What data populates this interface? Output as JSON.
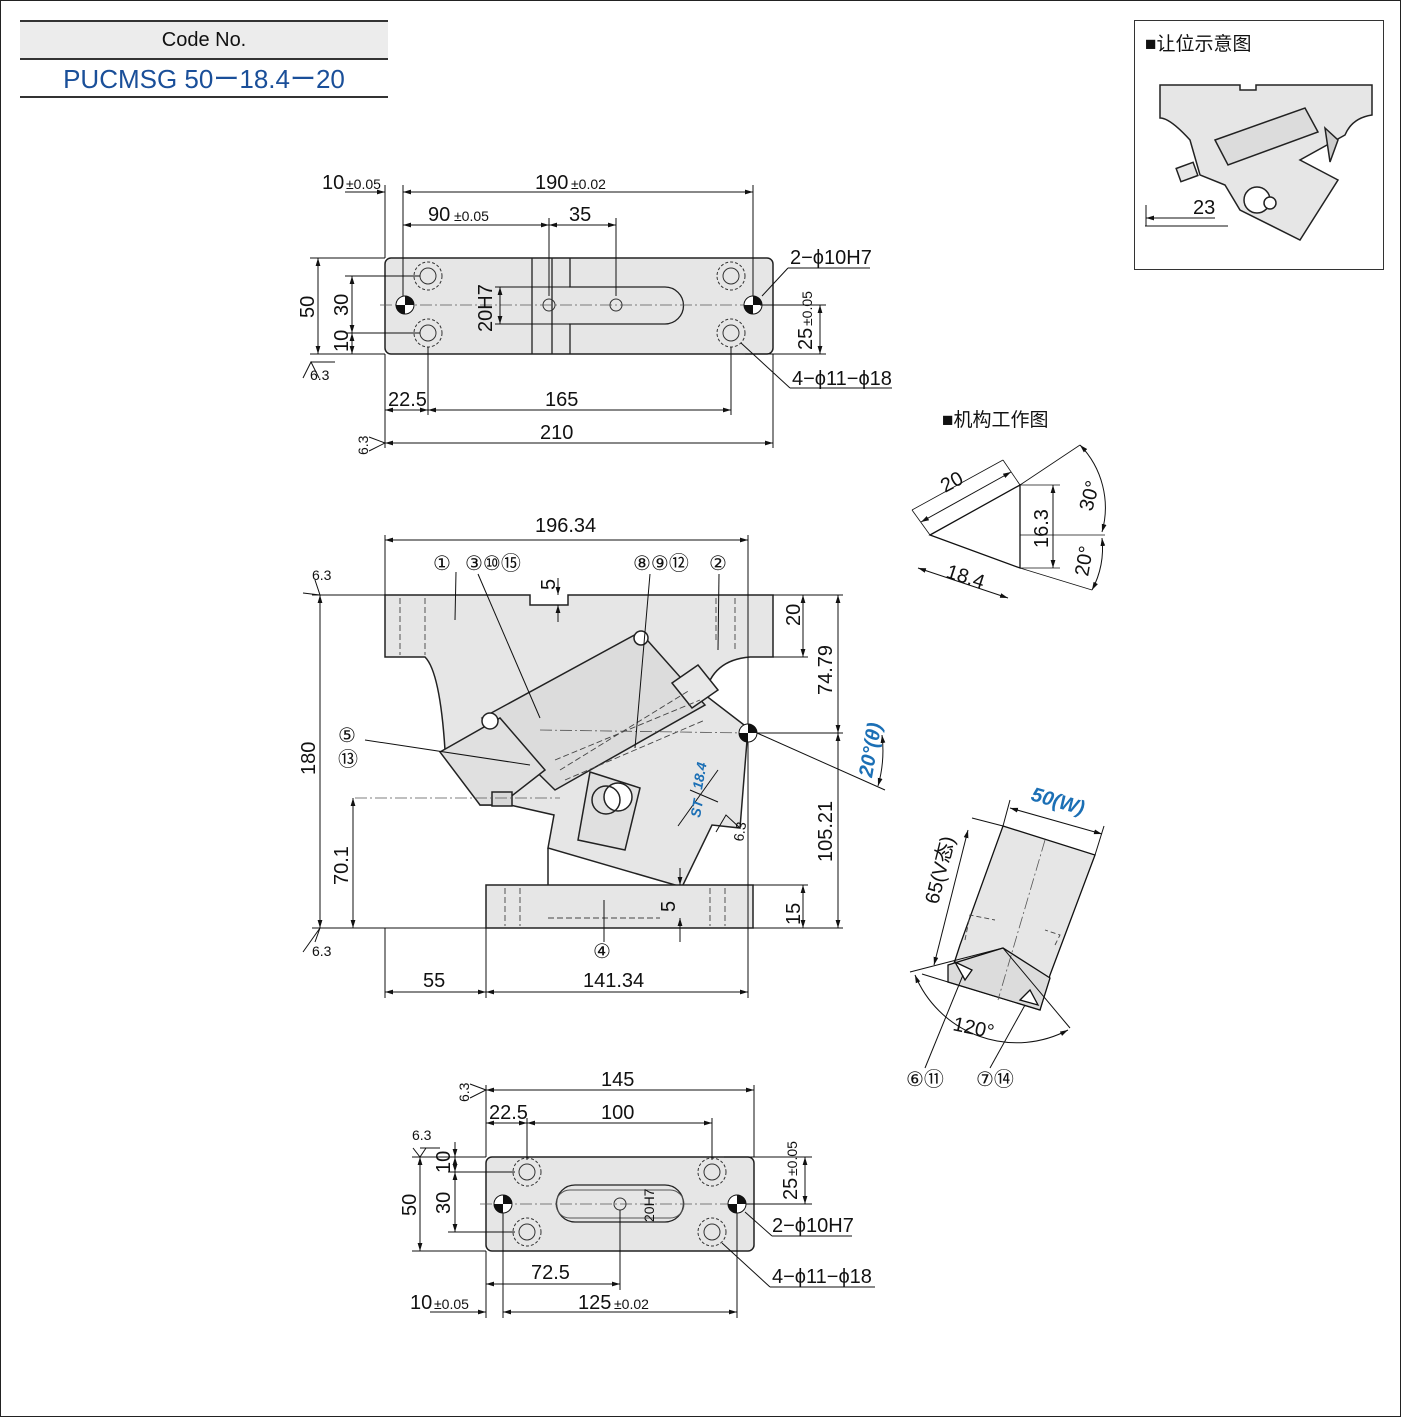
{
  "code": {
    "label": "Code No.",
    "value": "PUCMSG 50ー18.4ー20"
  },
  "inset": {
    "title": "■让位示意图",
    "dim": "23"
  },
  "mechanism_title": "■机构工作图",
  "top_view": {
    "d_10": "10",
    "tol_10": "±0.05",
    "d_190": "190",
    "tol_190": "±0.02",
    "d_90": "90",
    "tol_90": "±0.05",
    "d_35": "35",
    "d_50": "50",
    "d_30": "30",
    "d_10b": "10",
    "d_20h7": "20H7",
    "d_25": "25",
    "tol_25": "±0.05",
    "hole_spec": "2−ϕ10H7",
    "bolt_spec": "4−ϕ11−ϕ18",
    "d_22_5": "22.5",
    "d_165": "165",
    "d_210": "210",
    "rough": "6.3"
  },
  "front_view": {
    "d_196_34": "196.34",
    "d_180": "180",
    "d_70_1": "70.1",
    "d_20": "20",
    "d_74_79": "74.79",
    "d_105_21": "105.21",
    "d_15": "15",
    "d_5a": "5",
    "d_5b": "5",
    "d_55": "55",
    "d_141_34": "141.34",
    "angle": "20°(θ)",
    "stroke": "18.4",
    "st": "ST",
    "p1": "①",
    "p3": "③⑩⑮",
    "p8": "⑧⑨⑫",
    "p2": "②",
    "p5": "⑤",
    "p13": "⑬",
    "p4": "④",
    "rough": "6.3"
  },
  "mechanism": {
    "d_20": "20",
    "d_16_3": "16.3",
    "d_18_4": "18.4",
    "a_30": "30°",
    "a_20": "20°"
  },
  "wedge": {
    "w": "50(W)",
    "h": "65(V态)",
    "a_120": "120°",
    "p6": "⑥⑪",
    "p7": "⑦⑭"
  },
  "bottom_view": {
    "d_145": "145",
    "d_22_5": "22.5",
    "d_100": "100",
    "d_10": "10",
    "d_30": "30",
    "d_50": "50",
    "d_20h7": "20H7",
    "d_25": "25",
    "tol_25": "±0.05",
    "hole_spec": "2−ϕ10H7",
    "bolt_spec": "4−ϕ11−ϕ18",
    "d_72_5": "72.5",
    "d_10b": "10",
    "tol_10b": "±0.05",
    "d_125": "125",
    "tol_125": "±0.02",
    "rough": "6.3"
  }
}
